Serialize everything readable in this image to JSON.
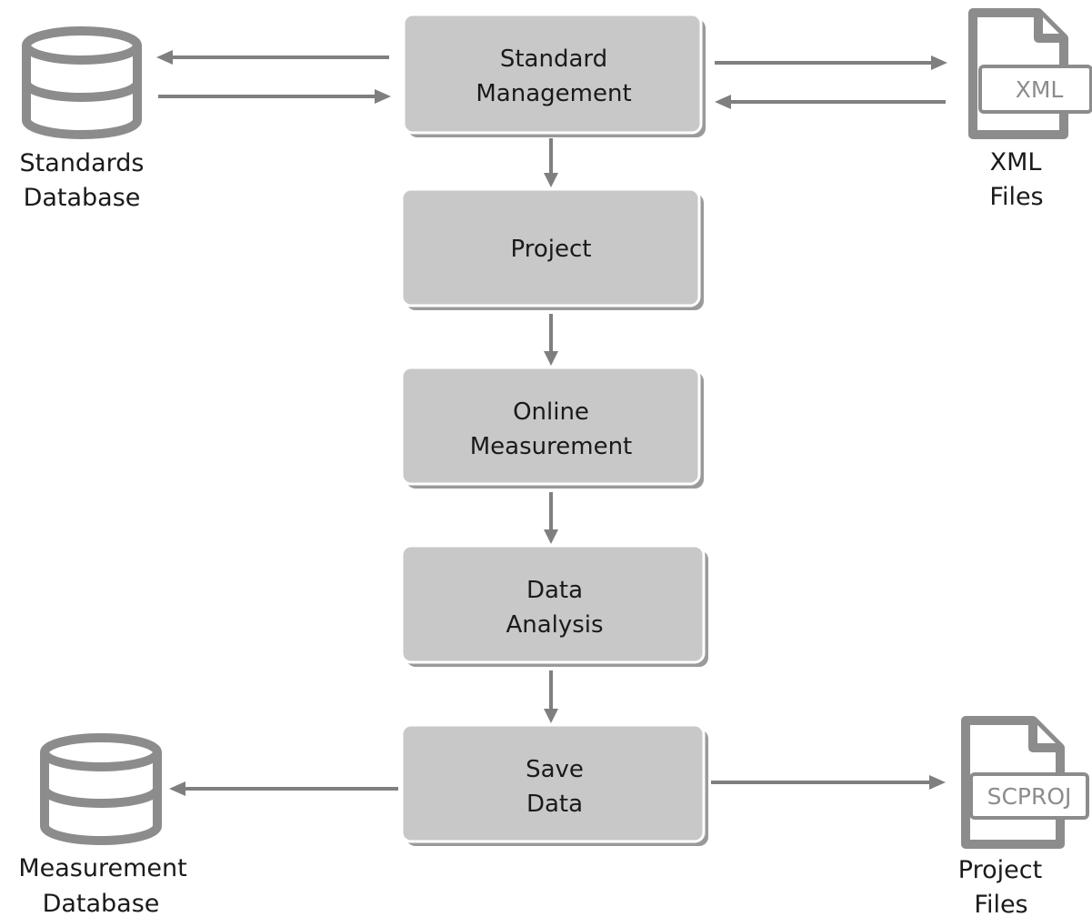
{
  "boxes": {
    "standard_management": [
      "Standard",
      "Management"
    ],
    "project": [
      "Project"
    ],
    "online_measurement": [
      "Online",
      "Measurement"
    ],
    "data_analysis": [
      "Data",
      "Analysis"
    ],
    "save_data": [
      "Save",
      "Data"
    ]
  },
  "nodes": {
    "standards_database": [
      "Standards",
      "Database"
    ],
    "xml_files": [
      "XML",
      "Files"
    ],
    "measurement_database": [
      "Measurement",
      "Database"
    ],
    "project_files": [
      "Project",
      "Files"
    ]
  },
  "file_tags": {
    "xml": "XML",
    "scproj": "SCPROJ"
  },
  "icons": {
    "database": "database-icon",
    "file": "file-icon"
  },
  "colors": {
    "box_fill": "#c8c8c8",
    "arrow": "#7f7f7f",
    "icon": "#8c8c8c"
  }
}
